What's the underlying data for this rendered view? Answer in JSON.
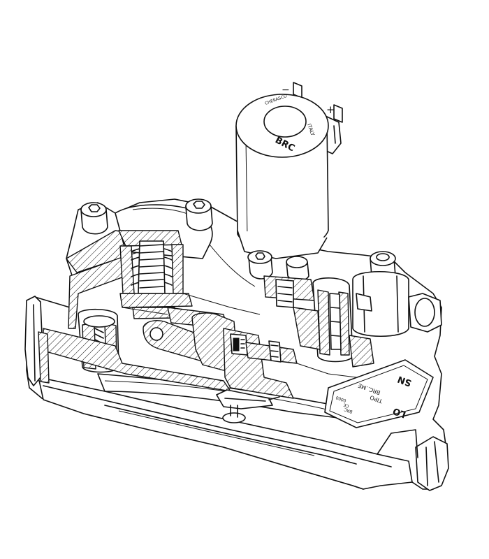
{
  "coil": {
    "brand": "BRC",
    "country": "ITALY",
    "maker": "CHERASCO",
    "terminal_minus": "−",
    "terminal_plus": "+"
  },
  "plate": {
    "code_sn": "SN",
    "code_lo": "LO",
    "tipo_line": "TIPO",
    "model_line": "BRC..ME",
    "small_lines": [
      "BRC",
      "CE",
      "0000"
    ]
  }
}
